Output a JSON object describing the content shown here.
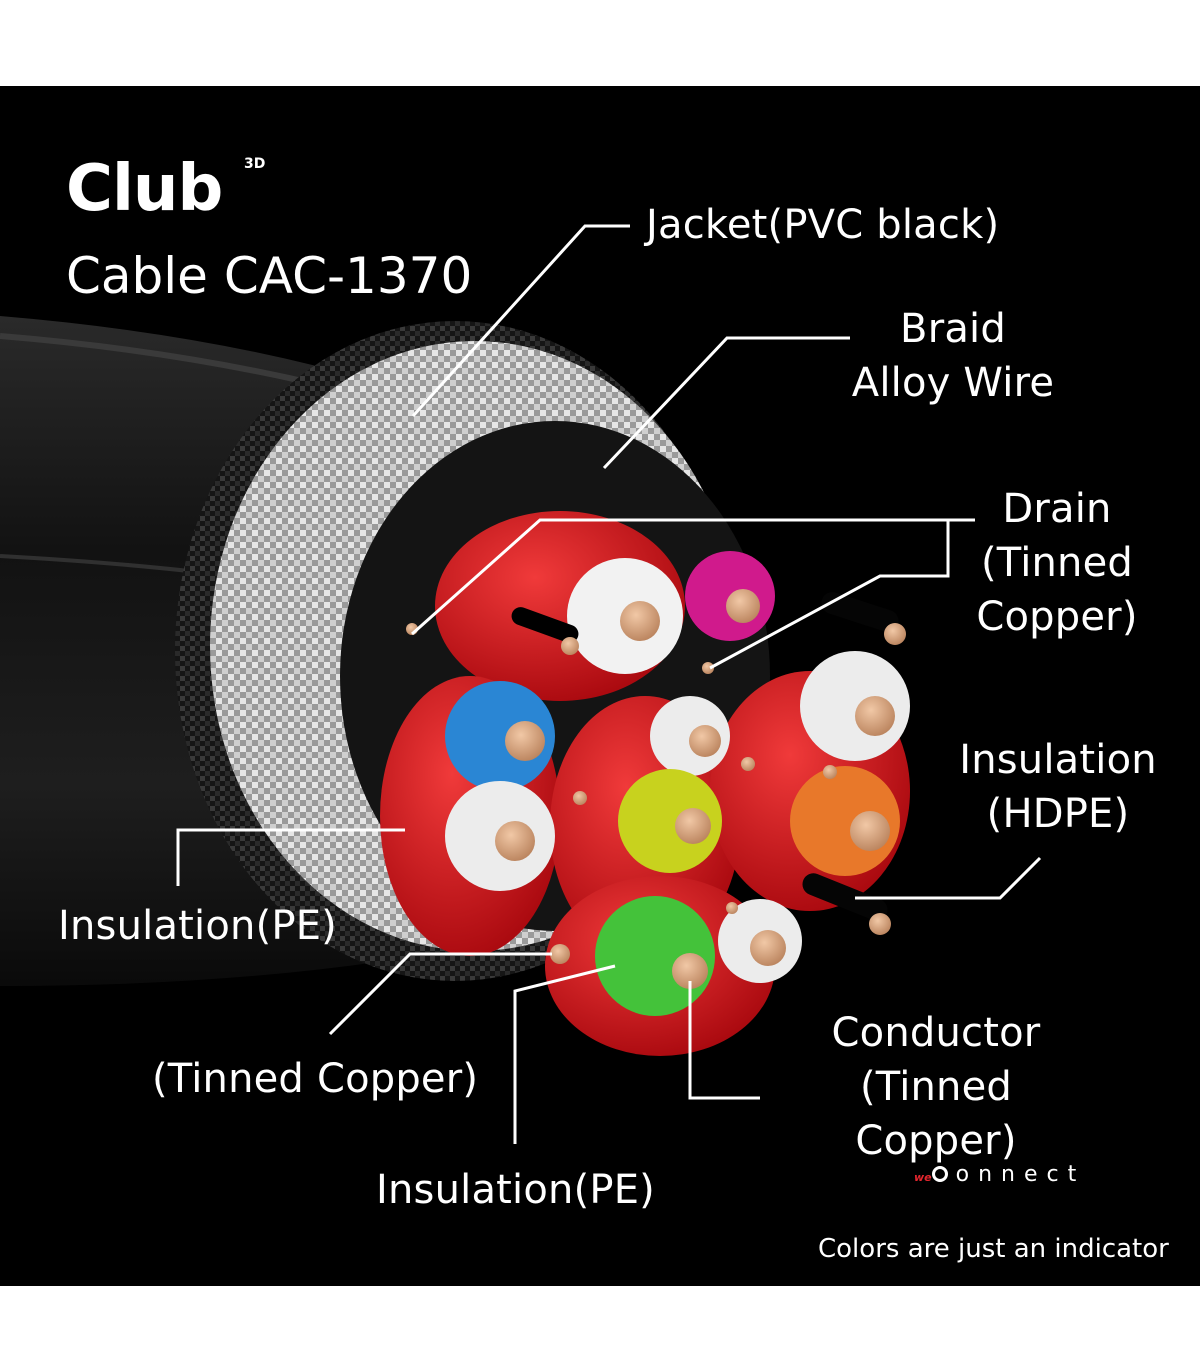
{
  "brand": {
    "logo_text": "Club",
    "logo_superscript": "3D"
  },
  "title": "Cable CAC-1370",
  "labels": {
    "jacket": "Jacket(PVC black)",
    "braid": "Braid\nAlloy Wire",
    "drain": "Drain\n(Tinned\nCopper)",
    "insulation_hdpe": "Insulation\n(HDPE)",
    "insulation_pe_left": "Insulation(PE)",
    "tinned_copper": "(Tinned Copper)",
    "insulation_pe_bottom": "Insulation(PE)",
    "conductor": "Conductor\n(Tinned Copper)"
  },
  "footer": {
    "sublogo_prefix": "we",
    "sublogo_text": "onnect",
    "note": "Colors are just an indicator"
  },
  "colors": {
    "background": "#000000",
    "pair_shield_red": "#d0101a",
    "insulation": [
      "#f2f2f2",
      "#d01a8c",
      "#2a86d4",
      "#c8d21e",
      "#e8782a",
      "#44c23a"
    ],
    "conductor": "#d9a27a",
    "braid": "#bdbdbd",
    "jacket": "#1a1a1a"
  }
}
